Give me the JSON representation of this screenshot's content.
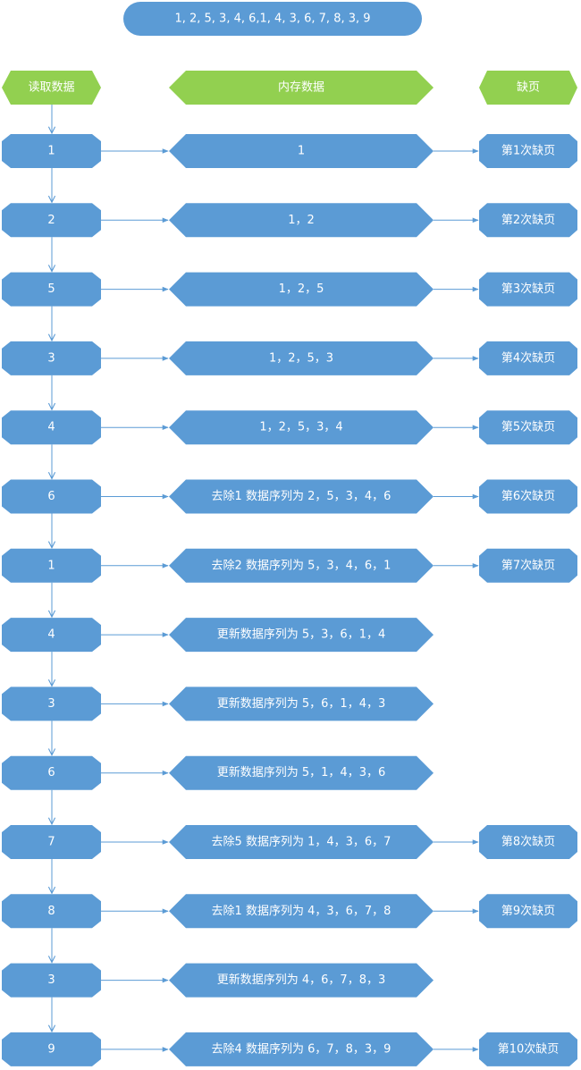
{
  "sequence_label": "1, 2, 5, 3, 4, 6,1, 4, 3, 6, 7, 8, 3, 9",
  "headers": {
    "read": "读取数据",
    "memory": "内存数据",
    "fault": "缺页"
  },
  "colors": {
    "header": "#92d050",
    "node": "#5b9bd5",
    "text": "#ffffff",
    "connector": "#5b9bd5"
  },
  "rows": [
    {
      "read": "1",
      "memory": "1",
      "fault": "第1次缺页"
    },
    {
      "read": "2",
      "memory": "1，2",
      "fault": "第2次缺页"
    },
    {
      "read": "5",
      "memory": "1，2，5",
      "fault": "第3次缺页"
    },
    {
      "read": "3",
      "memory": "1，2，5，3",
      "fault": "第4次缺页"
    },
    {
      "read": "4",
      "memory": "1，2，5，3，4",
      "fault": "第5次缺页"
    },
    {
      "read": "6",
      "memory": "去除1 数据序列为 2，5，3，4，6",
      "fault": "第6次缺页"
    },
    {
      "read": "1",
      "memory": "去除2 数据序列为 5，3，4，6，1",
      "fault": "第7次缺页"
    },
    {
      "read": "4",
      "memory": "更新数据序列为 5，3，6，1，4",
      "fault": ""
    },
    {
      "read": "3",
      "memory": "更新数据序列为 5，6，1，4，3",
      "fault": ""
    },
    {
      "read": "6",
      "memory": "更新数据序列为 5，1，4，3，6",
      "fault": ""
    },
    {
      "read": "7",
      "memory": "去除5 数据序列为 1，4，3，6，7",
      "fault": "第8次缺页"
    },
    {
      "read": "8",
      "memory": "去除1 数据序列为 4，3，6，7，8",
      "fault": "第9次缺页"
    },
    {
      "read": "3",
      "memory": "更新数据序列为  4，6，7，8，3",
      "fault": ""
    },
    {
      "read": "9",
      "memory": "去除4 数据序列为 6，7，8，3，9",
      "fault": "第10次缺页"
    }
  ]
}
